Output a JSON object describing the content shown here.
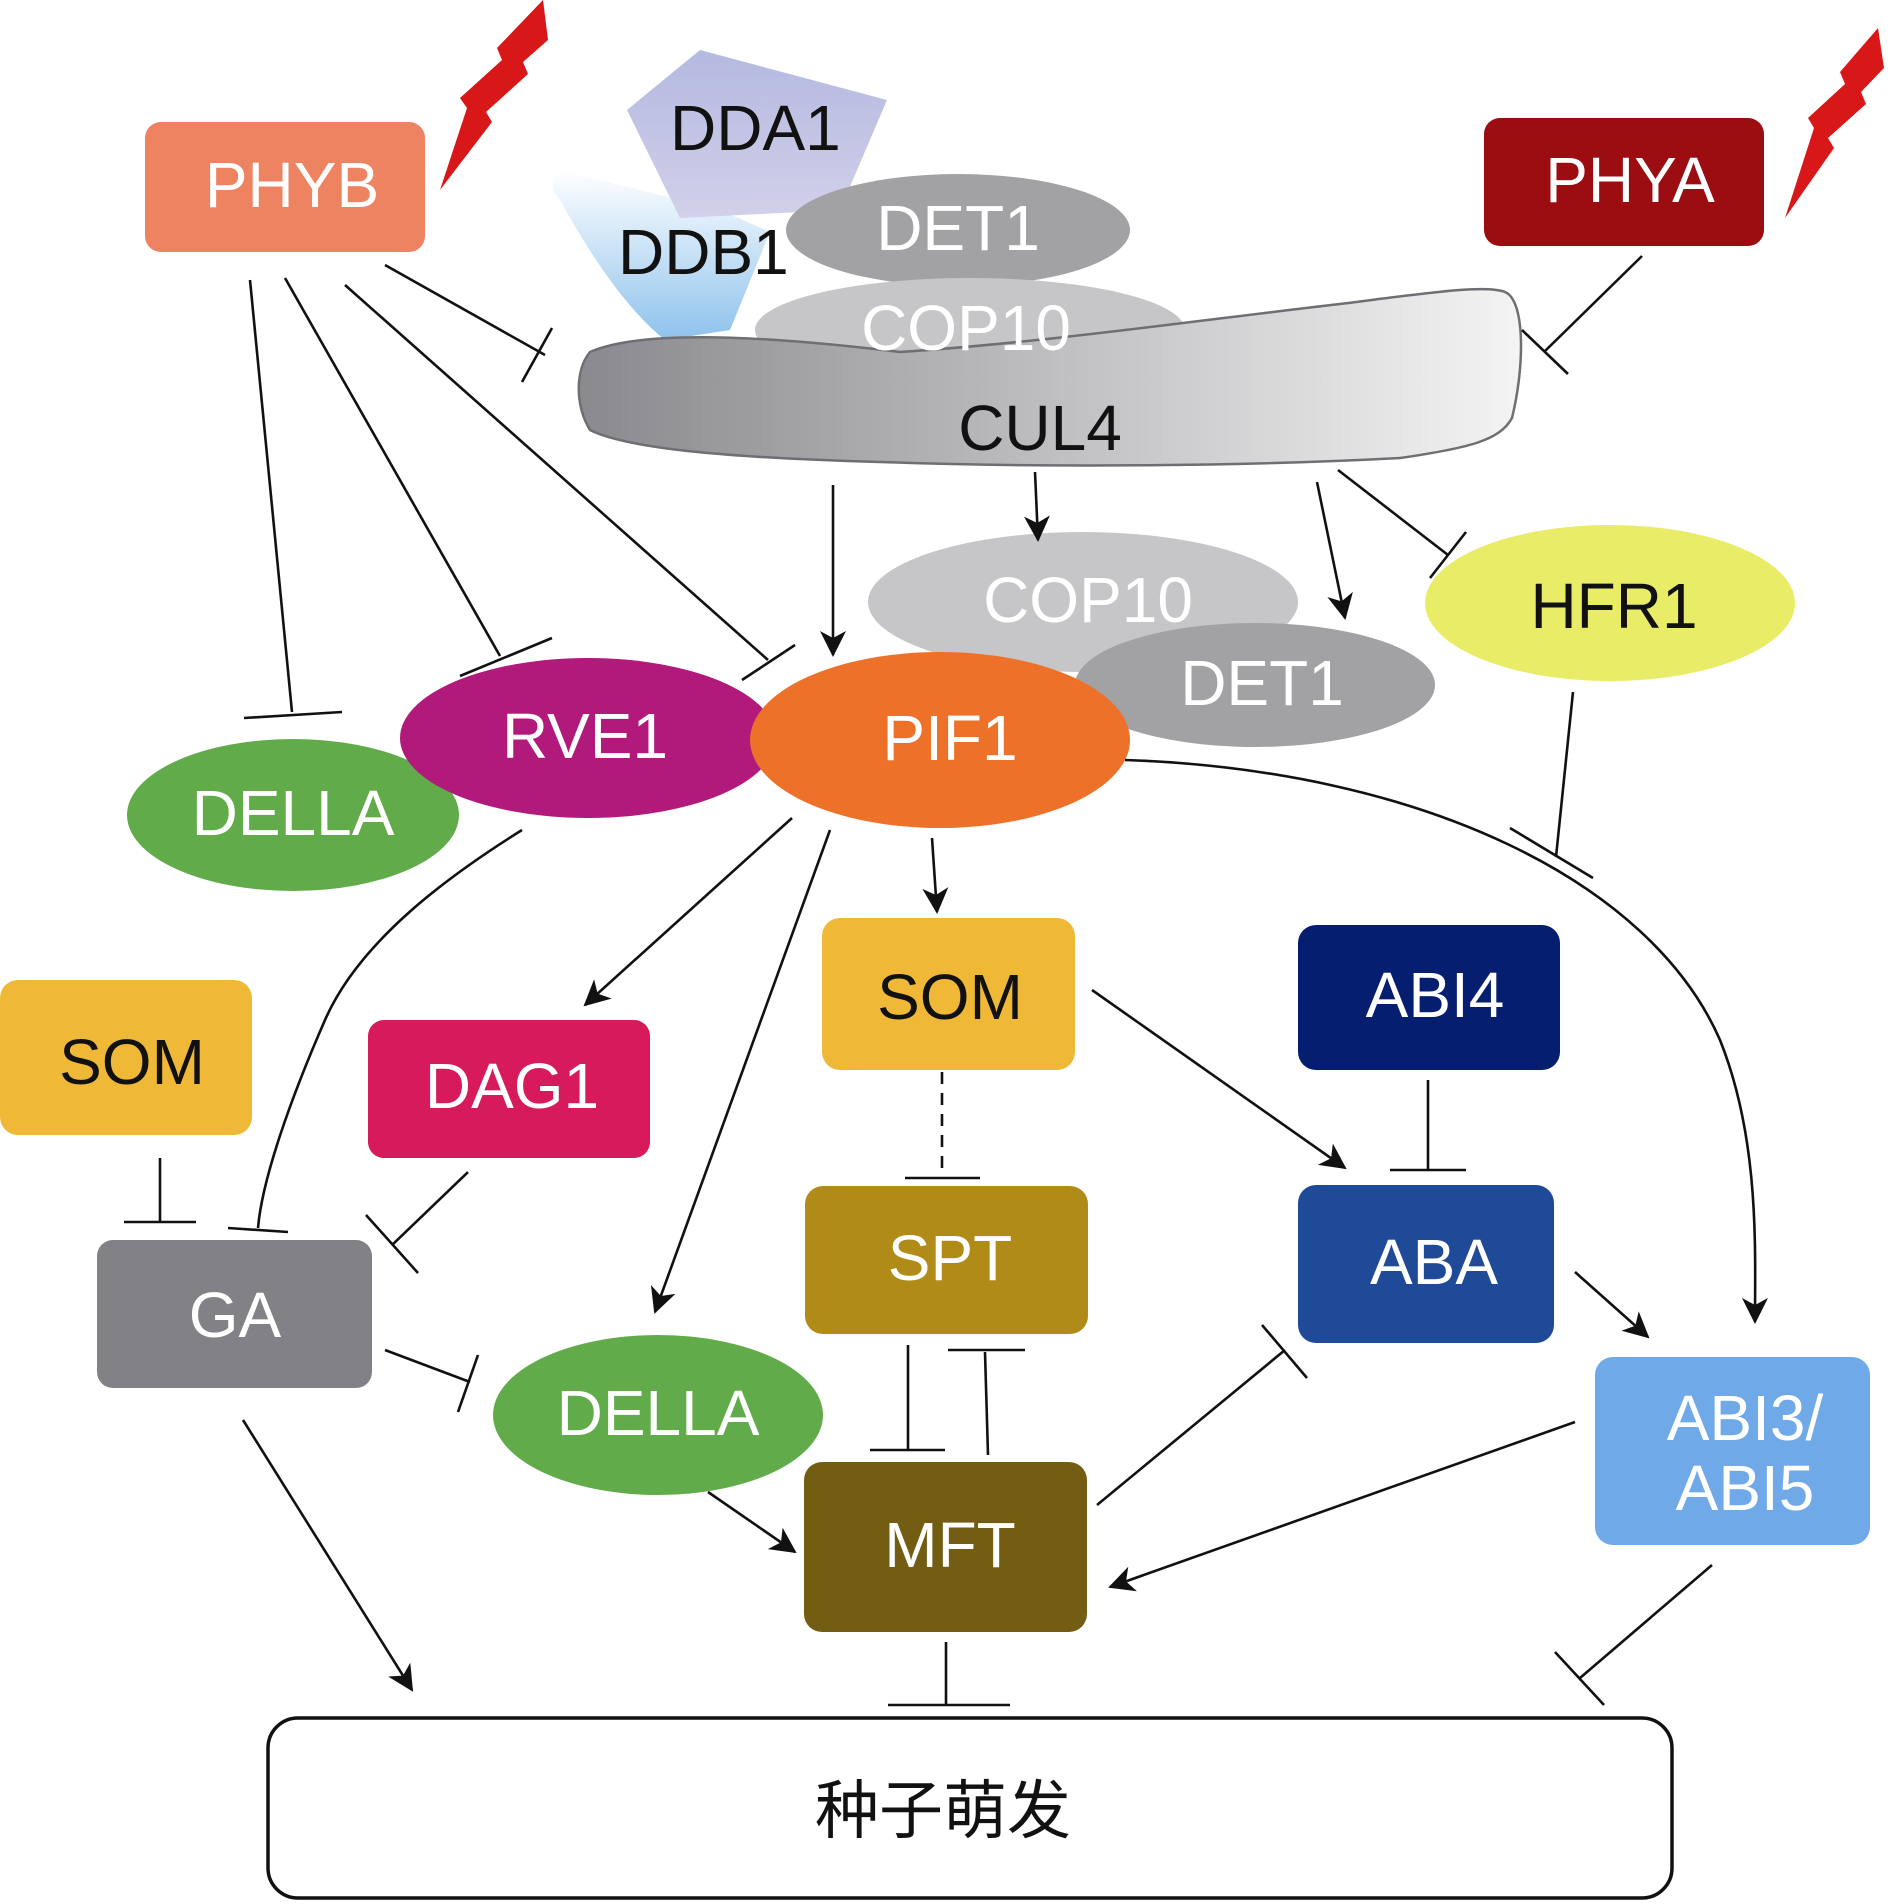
{
  "nodes": {
    "phyb": "PHYB",
    "phya": "PHYA",
    "dda1": "DDA1",
    "ddb1": "DDB1",
    "det1_top": "DET1",
    "cop10_top": "COP10",
    "cul4": "CUL4",
    "cop10_mid": "COP10",
    "det1_mid": "DET1",
    "hfr1": "HFR1",
    "rve1": "RVE1",
    "pif1": "PIF1",
    "della_top": "DELLA",
    "som_right": "SOM",
    "som_left": "SOM",
    "dag1": "DAG1",
    "abi4": "ABI4",
    "aba": "ABA",
    "spt": "SPT",
    "ga": "GA",
    "della_bottom": "DELLA",
    "mft": "MFT",
    "abi35_line1": "ABI3/",
    "abi35_line2": "ABI5",
    "outcome": "种子萌发"
  },
  "colors": {
    "phyb": "#ee8361",
    "phya": "#9c0d12",
    "light_bolt": "#d71718",
    "dda1": "#c7c9e6",
    "ddb1": "#a9d0ee",
    "det1": "#a2a2a5",
    "cop10": "#c6c6c8",
    "cul4": "#bdbdbf",
    "hfr1": "#e8ec66",
    "rve1": "#b1197b",
    "pif1": "#ed7128",
    "della": "#62ab4b",
    "som": "#efb937",
    "dag1": "#d71a5b",
    "abi4": "#061e70",
    "aba": "#1f4a98",
    "spt": "#b08b18",
    "ga": "#828286",
    "mft": "#735d12",
    "abi35": "#6fa9e8"
  }
}
